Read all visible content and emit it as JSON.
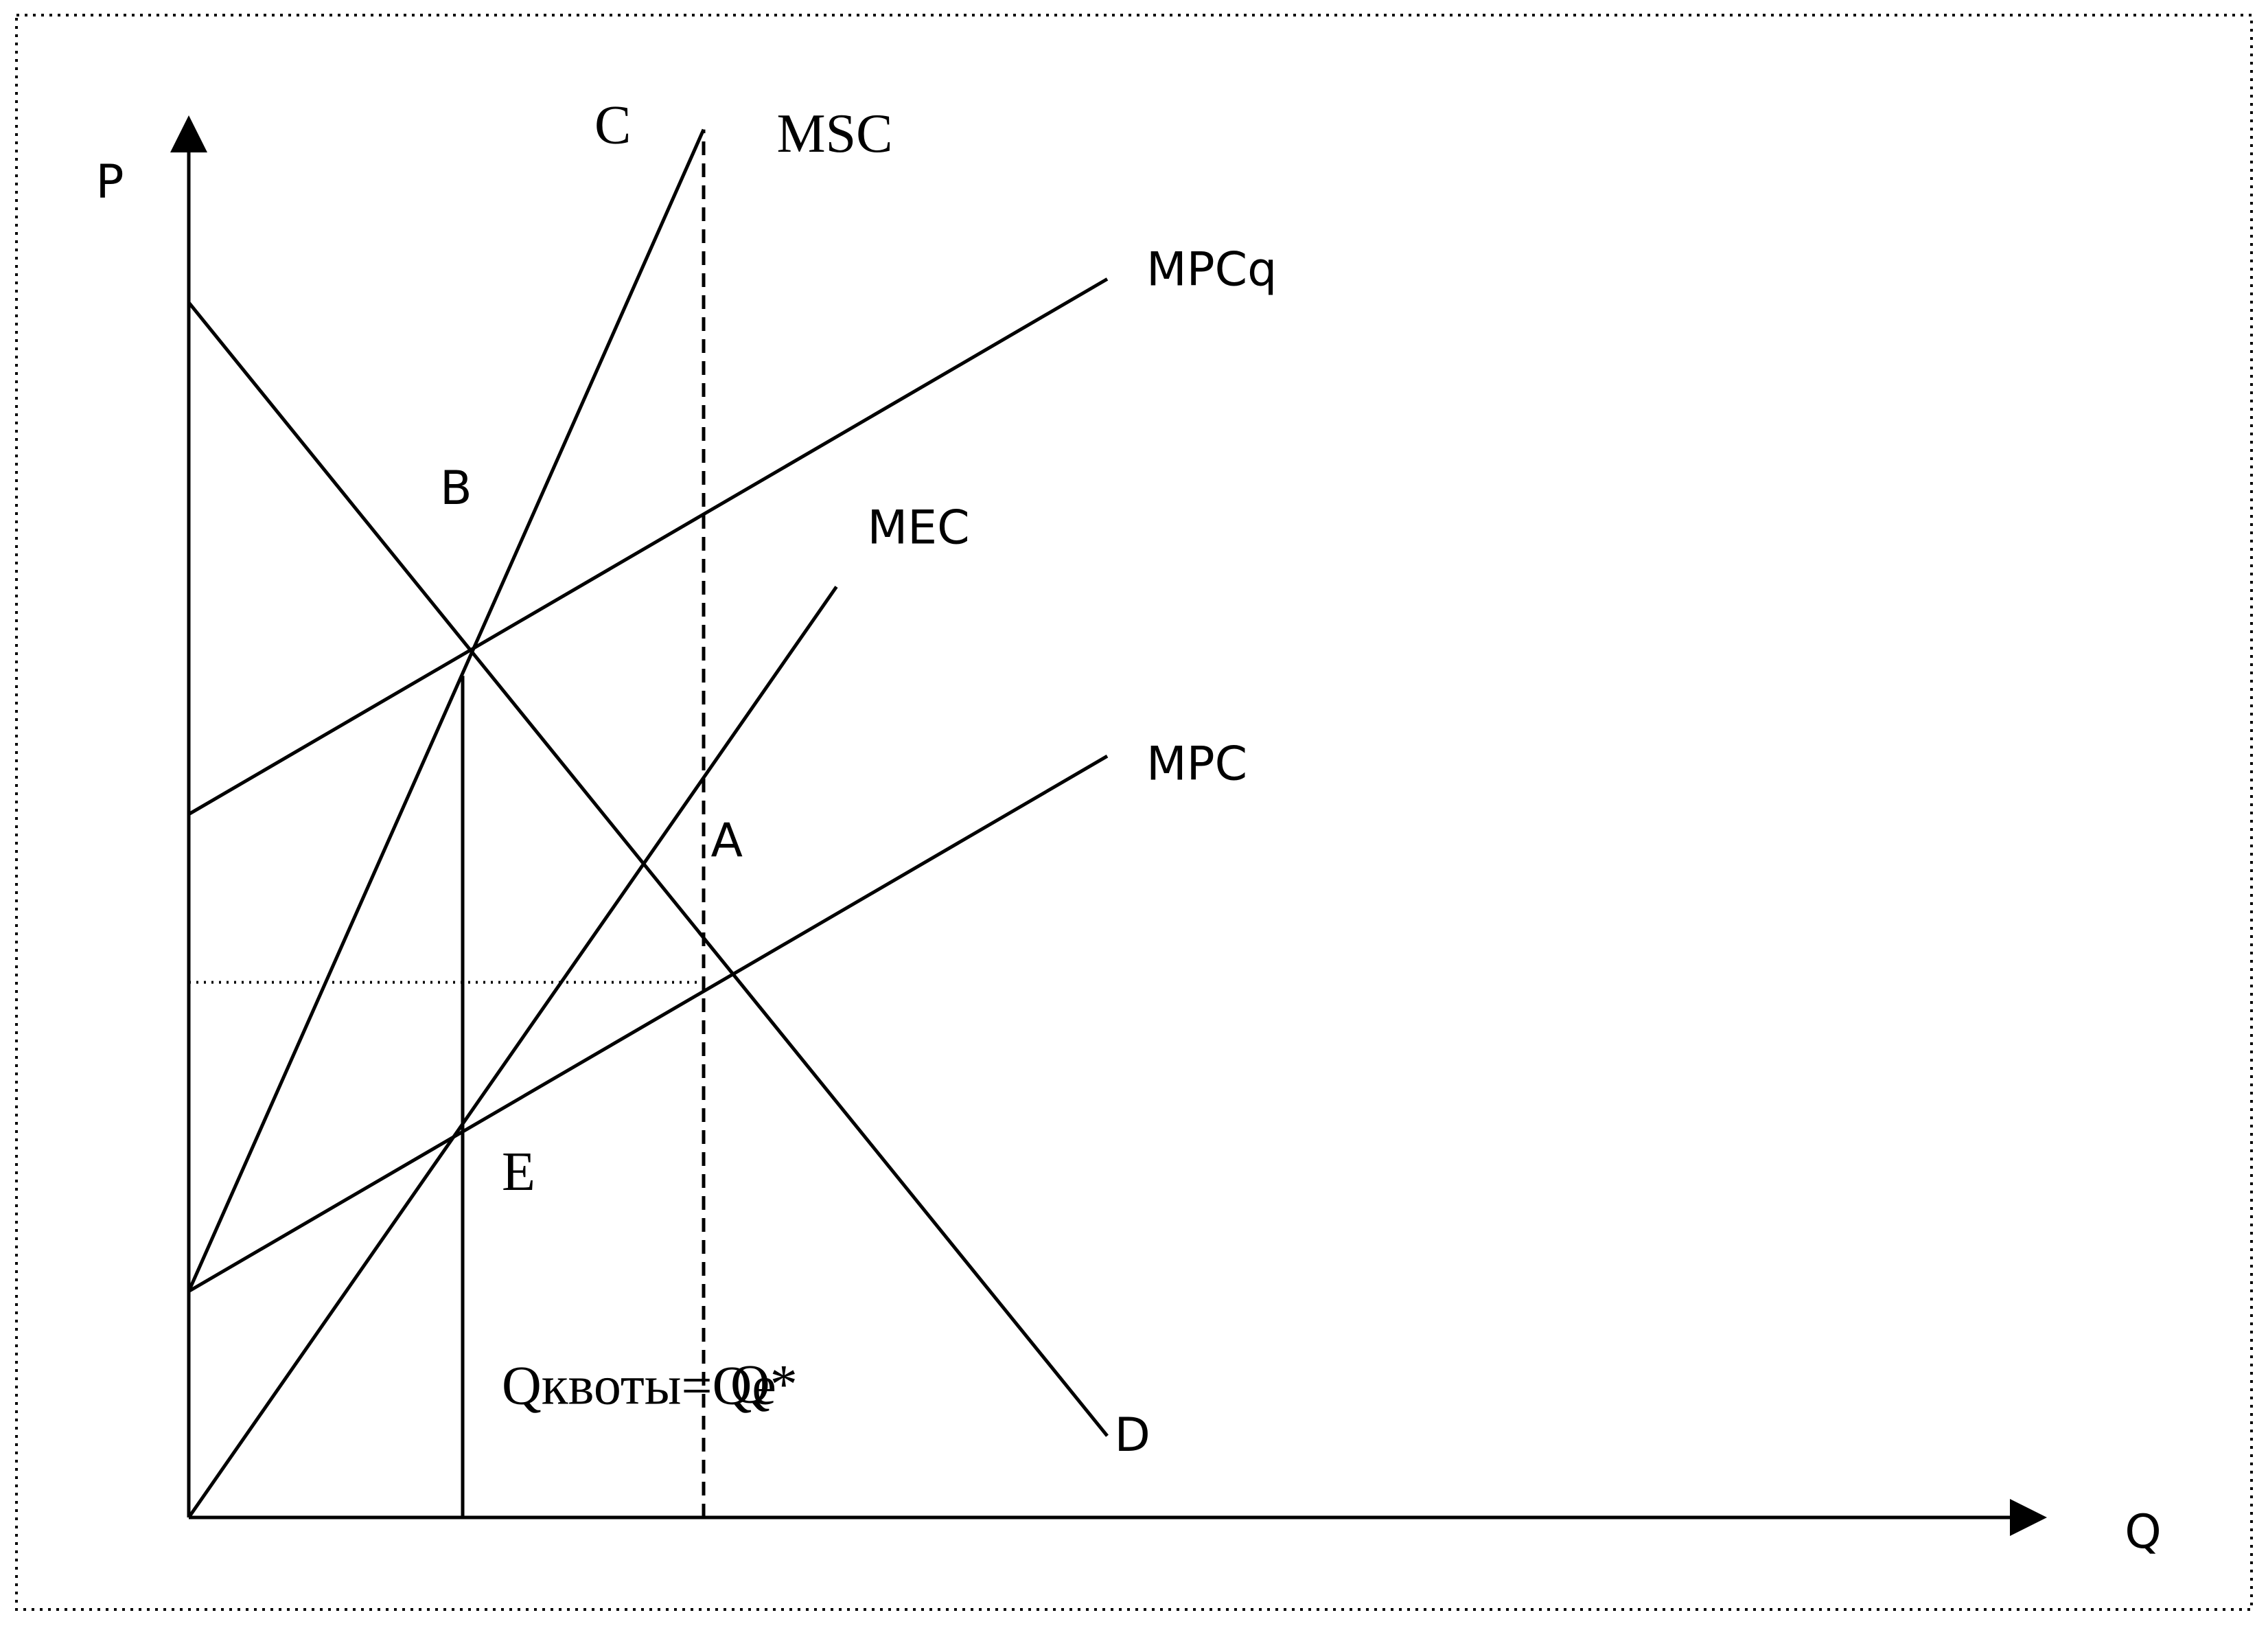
{
  "chart_data": {
    "type": "line",
    "title": "",
    "xlabel": "Q",
    "ylabel": "P",
    "xlim": [
      0,
      10
    ],
    "ylim": [
      0,
      10
    ],
    "grid": false,
    "series": [
      {
        "name": "D",
        "x": [
          0,
          8.92
        ],
        "y": [
          9.83,
          0.66
        ]
      },
      {
        "name": "MPCq",
        "x": [
          0,
          8.92
        ],
        "y": [
          5.69,
          10.02
        ]
      },
      {
        "name": "MPC",
        "x": [
          0,
          8.92
        ],
        "y": [
          1.83,
          6.16
        ]
      },
      {
        "name": "MEC",
        "x": [
          0,
          6.29
        ],
        "y": [
          0,
          7.53
        ]
      },
      {
        "name": "MSC",
        "x": [
          0,
          5.0
        ],
        "y": [
          1.83,
          11.23
        ]
      }
    ],
    "reference_lines": [
      {
        "kind": "vertical",
        "x": 2.66,
        "y_top": 6.81,
        "style": "solid"
      },
      {
        "kind": "vertical",
        "x": 5.0,
        "y_top": 11.23,
        "style": "dashed"
      },
      {
        "kind": "horizontal",
        "y": 4.33,
        "x_right": 5.0,
        "style": "dotted"
      }
    ],
    "annotations": [
      {
        "text": "C",
        "x": 3.94,
        "y": 11.12
      },
      {
        "text": "MSC",
        "x": 5.71,
        "y": 11.05
      },
      {
        "text": "MPCq",
        "x": 9.3,
        "y": 9.97
      },
      {
        "text": "B",
        "x": 2.44,
        "y": 8.2
      },
      {
        "text": "MEC",
        "x": 6.59,
        "y": 7.88
      },
      {
        "text": "MPC",
        "x": 9.3,
        "y": 5.97
      },
      {
        "text": "A",
        "x": 5.07,
        "y": 5.35
      },
      {
        "text": "E",
        "x": 3.04,
        "y": 2.65
      },
      {
        "text": "Qквоты=Qe",
        "x": 3.04,
        "y": 0.92
      },
      {
        "text": "Q*",
        "x": 5.26,
        "y": 0.93
      },
      {
        "text": "D",
        "x": 8.99,
        "y": 0.54
      }
    ]
  }
}
